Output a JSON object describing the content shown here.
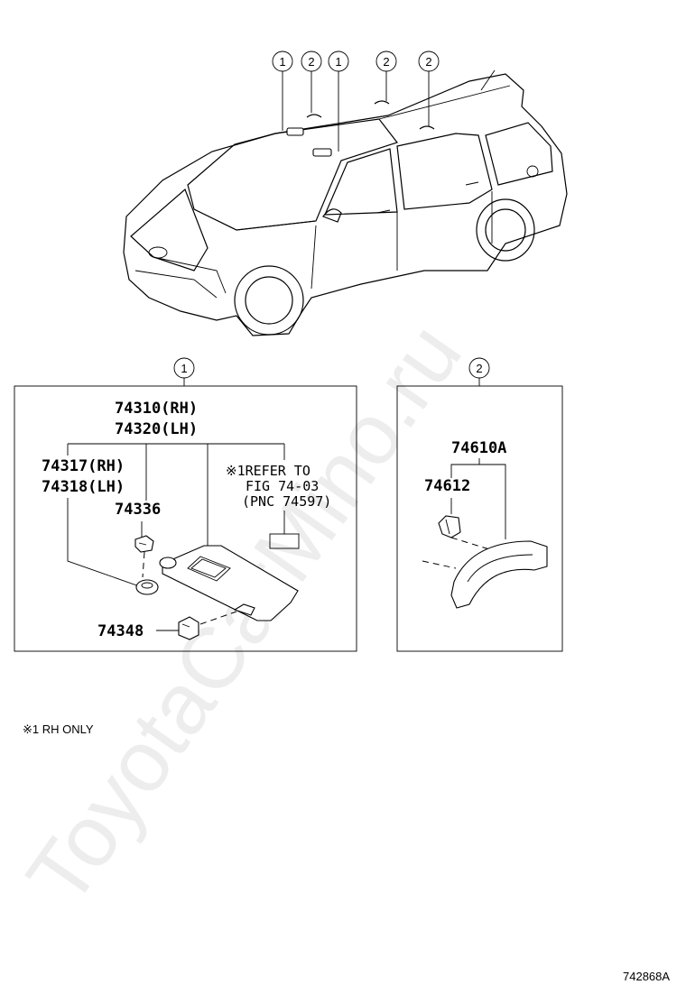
{
  "watermark": "ToyotaCarMino.ru",
  "overview": {
    "callouts": [
      "1",
      "2",
      "1",
      "2",
      "2"
    ]
  },
  "panel1": {
    "index": "1",
    "visor_rh": "74310(RH)",
    "visor_lh": "74320(LH)",
    "holder_rh": "74317(RH)",
    "holder_lh": "74318(LH)",
    "clip": "74336",
    "hook": "74348",
    "refer_line1": "※1REFER TO",
    "refer_line2": "FIG 74-03",
    "refer_line3": "(PNC 74597)"
  },
  "panel2": {
    "index": "2",
    "grip_assy": "74610A",
    "grip_cover": "74612"
  },
  "footnote": "※1 RH ONLY",
  "figure_code": "742868A"
}
